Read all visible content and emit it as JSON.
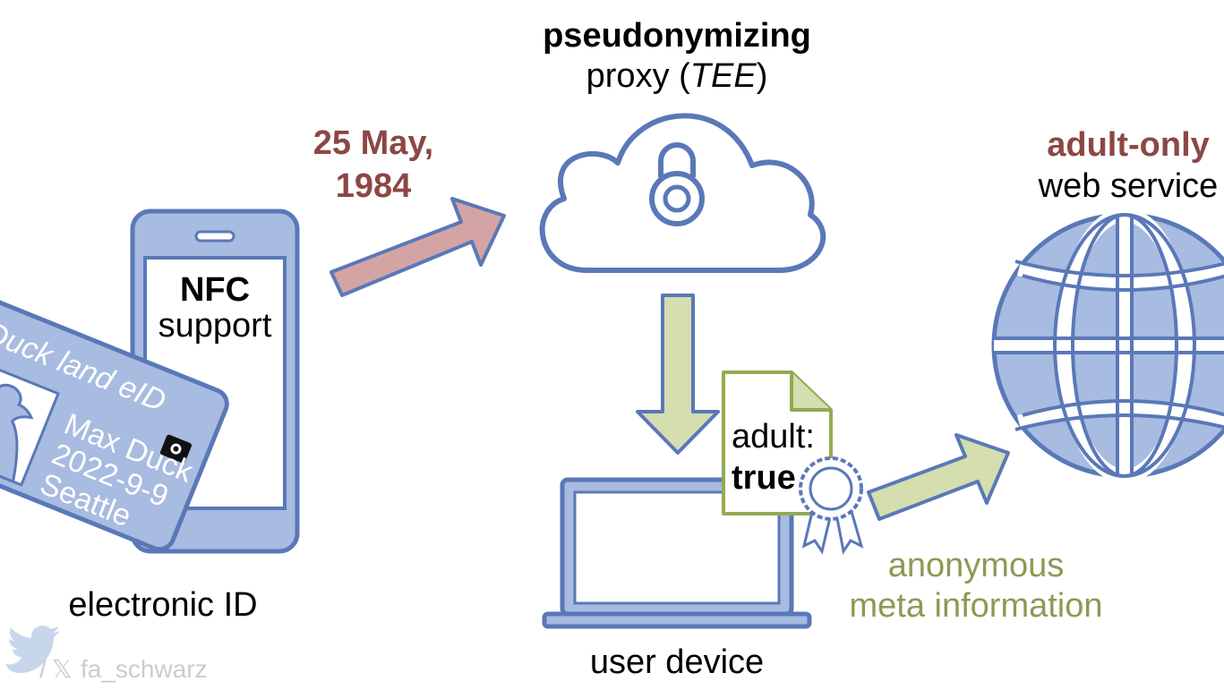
{
  "proxy": {
    "title_bold": "pseudonymizing",
    "title_rest_prefix": "proxy (",
    "title_rest_italic": "TEE",
    "title_rest_suffix": ")"
  },
  "birthdate": {
    "line1": "25 May,",
    "line2": "1984"
  },
  "service": {
    "line1": "adult-only",
    "line2": "web service"
  },
  "phone": {
    "line1": "NFC",
    "line2": "support"
  },
  "eid_card": {
    "title": "Duck land eID",
    "name": "Max Duck",
    "date": "2022-9-9",
    "city": "Seattle"
  },
  "electronic_id_label": "electronic ID",
  "certificate": {
    "key": "adult:",
    "value": "true"
  },
  "user_device_label": "user device",
  "meta": {
    "line1": "anonymous",
    "line2": "meta information"
  },
  "watermark": {
    "separator": "/",
    "x_glyph": "𝕏",
    "handle": "fa_schwarz"
  },
  "colors": {
    "blue_stroke": "#5a78b8",
    "blue_fill": "#a8bbe0",
    "red_arrow": "#d4a4a4",
    "green_arrow": "#d4deae",
    "green_stroke": "#92aa52",
    "text_red": "#8c4744",
    "text_green": "#8c9a54"
  }
}
